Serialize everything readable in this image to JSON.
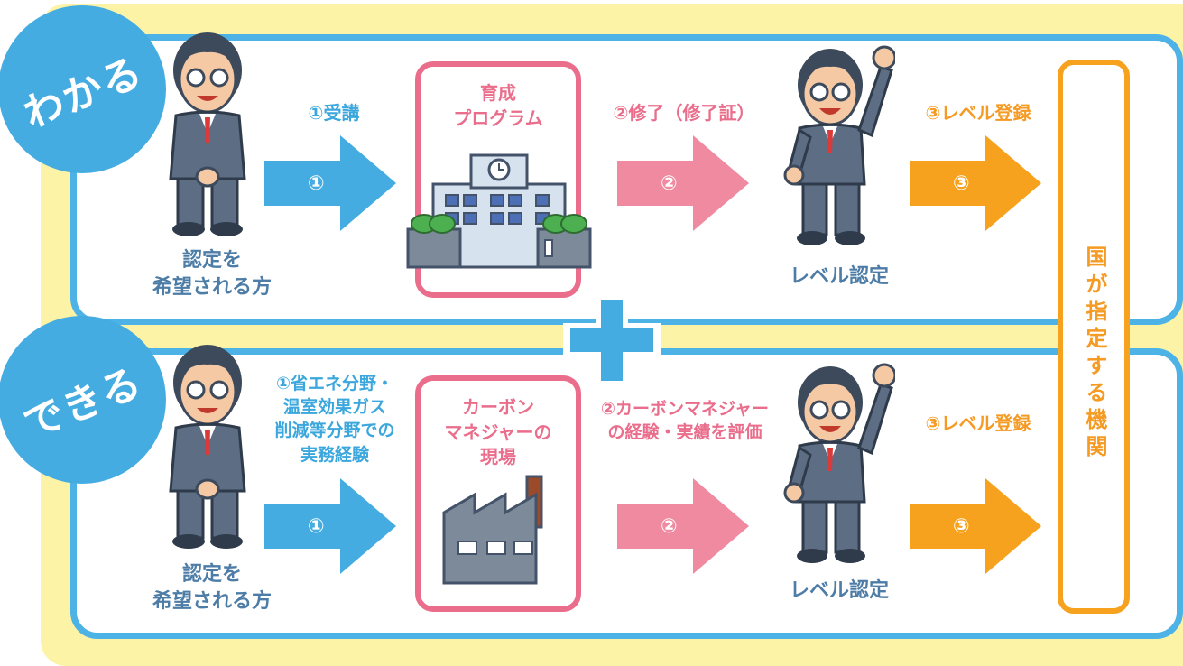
{
  "colors": {
    "blue": "#45ace2",
    "pink": "#ea6e8c",
    "orange": "#f7a21e",
    "yellow": "#fdf3a6",
    "suit": "#5d6d84"
  },
  "top": {
    "badge": "わかる",
    "step1_label": "①受講",
    "applicant_line1": "認定を",
    "applicant_line2": "希望される方",
    "box_line1": "育成",
    "box_line2": "プログラム",
    "step2_label": "②修了（修了証）",
    "certified": "レベル認定",
    "step3_label": "③レベル登録",
    "arrow1": "①",
    "arrow2": "②",
    "arrow3": "③"
  },
  "bottom": {
    "badge": "できる",
    "step1_line1": "①省エネ分野・",
    "step1_line2": "温室効果ガス",
    "step1_line3": "削減等分野での",
    "step1_line4": "実務経験",
    "applicant_line1": "認定を",
    "applicant_line2": "希望される方",
    "box_line1": "カーボン",
    "box_line2": "マネジャーの",
    "box_line3": "現場",
    "step2_line1": "②カーボンマネジャー",
    "step2_line2": "の経験・実績を評価",
    "certified": "レベル認定",
    "step3_label": "③レベル登録",
    "arrow1": "①",
    "arrow2": "②",
    "arrow3": "③"
  },
  "authority": "国が指定する機関",
  "icons": {
    "person": "businessman-icon",
    "school": "school-building-icon",
    "factory": "factory-icon",
    "plus": "plus-icon"
  }
}
